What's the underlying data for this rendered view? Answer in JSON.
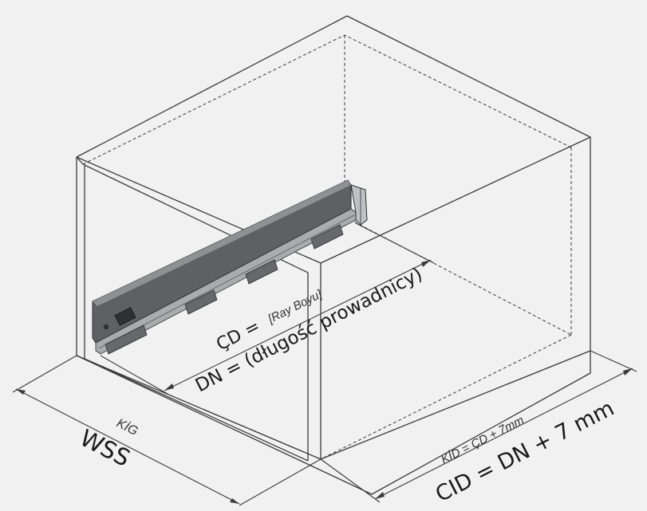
{
  "colors": {
    "background": "#f1f1f1",
    "line": "#3a3a3a",
    "rail_dark": "#5e6064",
    "rail_light": "#a9abaf",
    "text": "#1a1a1a"
  },
  "labels": {
    "depth_small": "ÇD = ",
    "depth_small_bracket": "[Ray Boyu]",
    "depth_main": "DN = (długość prowadnicy)",
    "inner_depth_small": "KİD = ÇD + 7mm",
    "inner_depth_main": "CID = DN + 7 mm",
    "width_small": "KİG",
    "width_main": "WSS"
  }
}
